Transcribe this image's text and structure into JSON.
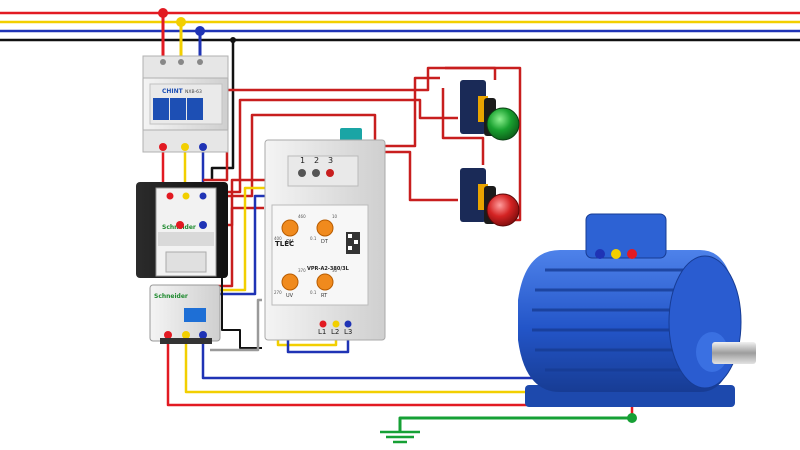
{
  "colors": {
    "phase_l1": "#e21a22",
    "phase_l2": "#f2cf00",
    "phase_l3": "#1f33b5",
    "neutral": "#111111",
    "ground": "#16a035",
    "control": "#c81e1e",
    "motor_blue": "#2456c6",
    "button_green": "#19a12f",
    "button_red": "#d42323"
  },
  "breaker": {
    "brand": "CHINT",
    "model": "NXB-63"
  },
  "contactor": {
    "brand": "Schneider"
  },
  "overload_relay": {
    "brand": "Schneider"
  },
  "relay": {
    "brand": "TLEC",
    "model": "VPR-A2-380/3L",
    "terminals_top": [
      "1",
      "2",
      "3"
    ],
    "terminals_bottom": [
      "L1",
      "L2",
      "L3"
    ],
    "knob_labels": {
      "ov_top": "OV",
      "dt_top": "DT",
      "uv_bottom": "UV",
      "rt_bottom": "RT"
    },
    "knob_values": {
      "ov_left": "400",
      "ov_right": "460",
      "dt_left": "0.1",
      "dt_right": "10",
      "uv_left": "270",
      "uv_right": "370",
      "rt_left": "0.1",
      "rt_right": "30"
    }
  },
  "buttons": [
    {
      "name": "green-pushbutton",
      "color": "#19a12f"
    },
    {
      "name": "red-pushbutton",
      "color": "#d42323"
    }
  ],
  "icons": {
    "ground": "ground-symbol-icon"
  }
}
